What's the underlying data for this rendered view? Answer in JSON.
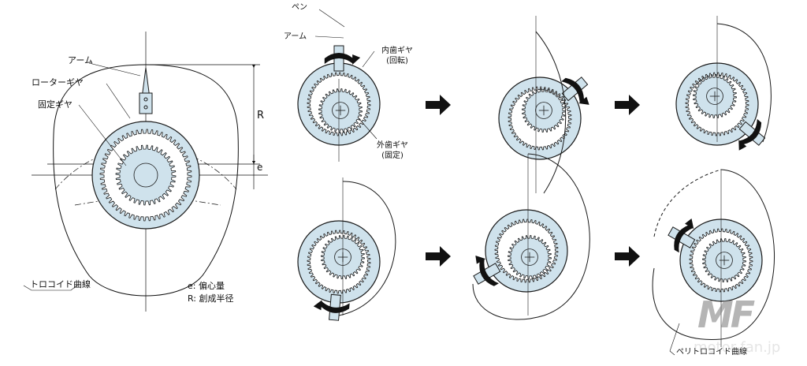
{
  "left_figure": {
    "arm_label": "アーム",
    "rotor_gear_label": "ローターギヤ",
    "fixed_gear_label": "固定ギヤ",
    "R_label": "R",
    "e_label": "e",
    "trochoid_label": "トロコイド曲線",
    "legend_e": "e: 偏心量",
    "legend_R": "R: 創成半径"
  },
  "sequence": {
    "pen_label": "ペン",
    "arm_label": "アーム",
    "internal_gear_label": "内歯ギヤ",
    "internal_gear_note": "(回転)",
    "external_gear_label": "外歯ギヤ",
    "external_gear_note": "(固定)",
    "peritrochoid_label": "ペリトロコイド曲線"
  },
  "watermark": {
    "logo": "MF",
    "site": "motor-fan.jp"
  },
  "colors": {
    "gear_fill": "#cfe2ec",
    "line": "#1a1a1a"
  }
}
